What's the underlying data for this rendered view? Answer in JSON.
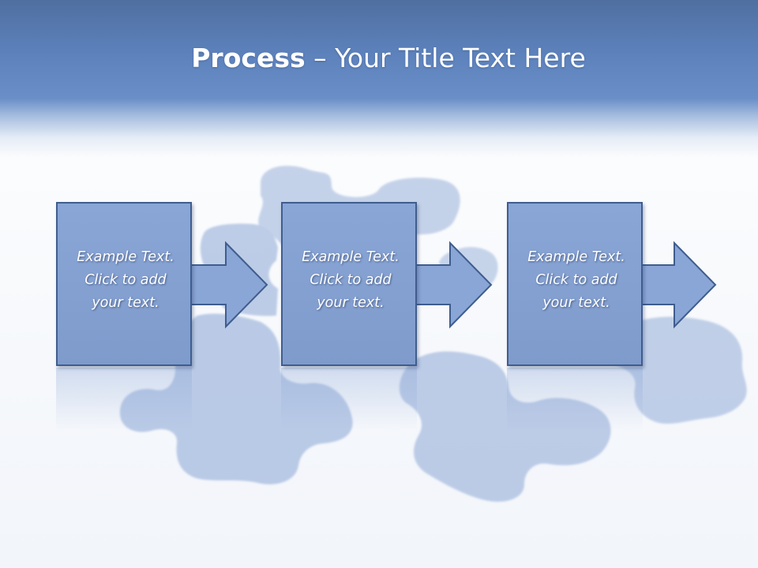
{
  "slide": {
    "title_bold": "Process",
    "title_rest": "– Your Title Text Here"
  },
  "steps": [
    {
      "line1": "Example Text.",
      "line2": "Click  to add",
      "line3": "your text."
    },
    {
      "line1": "Example Text.",
      "line2": "Click  to add",
      "line3": "your text."
    },
    {
      "line1": "Example Text.",
      "line2": "Click  to add",
      "line3": "your text."
    }
  ],
  "colors": {
    "title_band": "#5d82bc",
    "box_fill": "#8aa6d6",
    "box_border": "#3f5d8e",
    "arrow_fill": "#8aa6d6",
    "puzzle_piece": "#a8bde0"
  }
}
